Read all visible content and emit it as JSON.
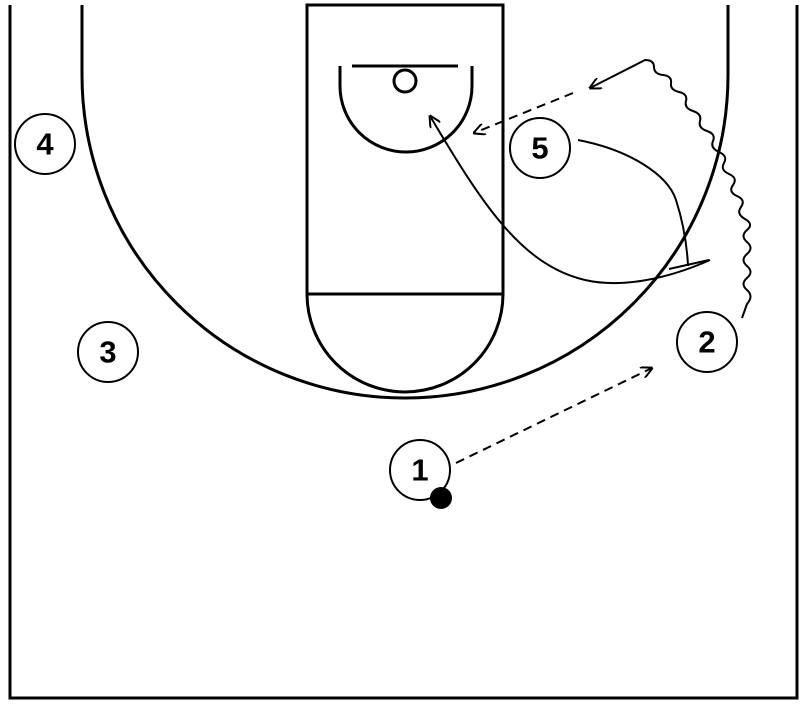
{
  "players": [
    {
      "id": "p1",
      "number": "1"
    },
    {
      "id": "p2",
      "number": "2"
    },
    {
      "id": "p3",
      "number": "3"
    },
    {
      "id": "p4",
      "number": "4"
    },
    {
      "id": "p5",
      "number": "5"
    }
  ],
  "colors": {
    "lines": "#000000",
    "background": "#ffffff"
  }
}
